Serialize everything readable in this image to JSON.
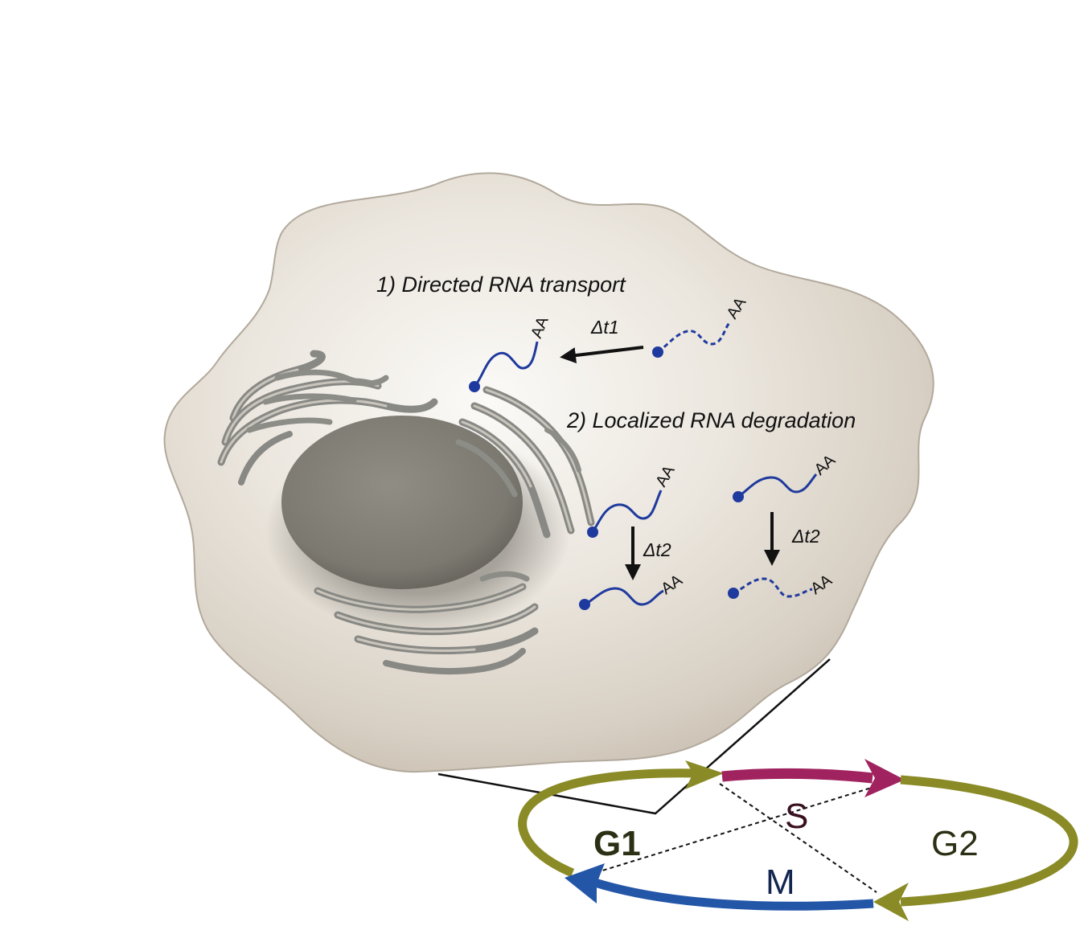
{
  "labels": {
    "transport": "1) Directed RNA transport",
    "degradation": "2) Localized RNA degradation",
    "dt1": "Δt1",
    "dt2": "Δt2",
    "polyA": "AA"
  },
  "cell_cycle": {
    "g1": "G1",
    "s": "S",
    "g2": "G2",
    "m": "M"
  },
  "colors": {
    "cell": "#ddd6cc",
    "cell_edge": "#b2a99c",
    "nucleus": "#85837a",
    "organelle": "#7a7a74",
    "rna": "#1f3a9e",
    "g_phase": "#8a8a26",
    "s_phase": "#a0235f",
    "m_phase": "#2456a8"
  }
}
